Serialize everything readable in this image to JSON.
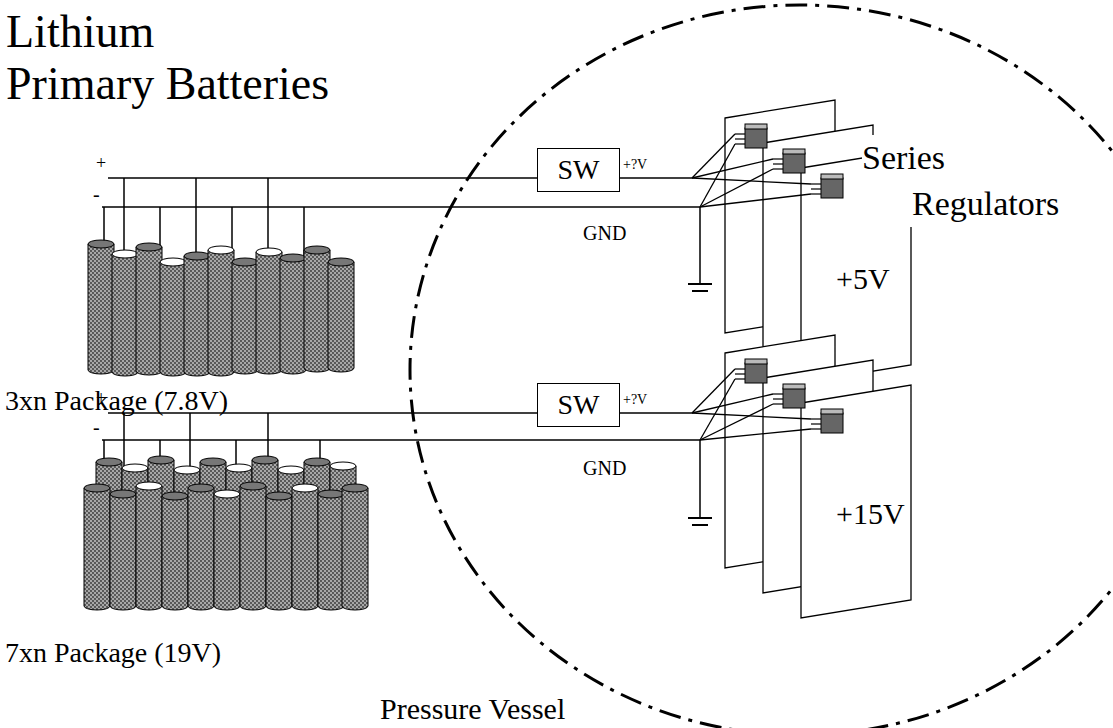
{
  "diagram": {
    "title": "Lithium Primary Batteries",
    "nodes": [
      {
        "text": [
          "Pressure Vessel"
        ]
      },
      {
        "text": [
          "SW"
        ],
        "in": 0
      },
      {
        "text": [
          "SW"
        ],
        "in": 0
      }
    ],
    "labels": [
      "+",
      "-",
      "+?V",
      "GND",
      "Series Regulators",
      "+5V",
      "3xn Package (7.8V)",
      "+",
      "-",
      "+?V",
      "GND",
      "+15V",
      "7xn Package (19V)"
    ]
  }
}
